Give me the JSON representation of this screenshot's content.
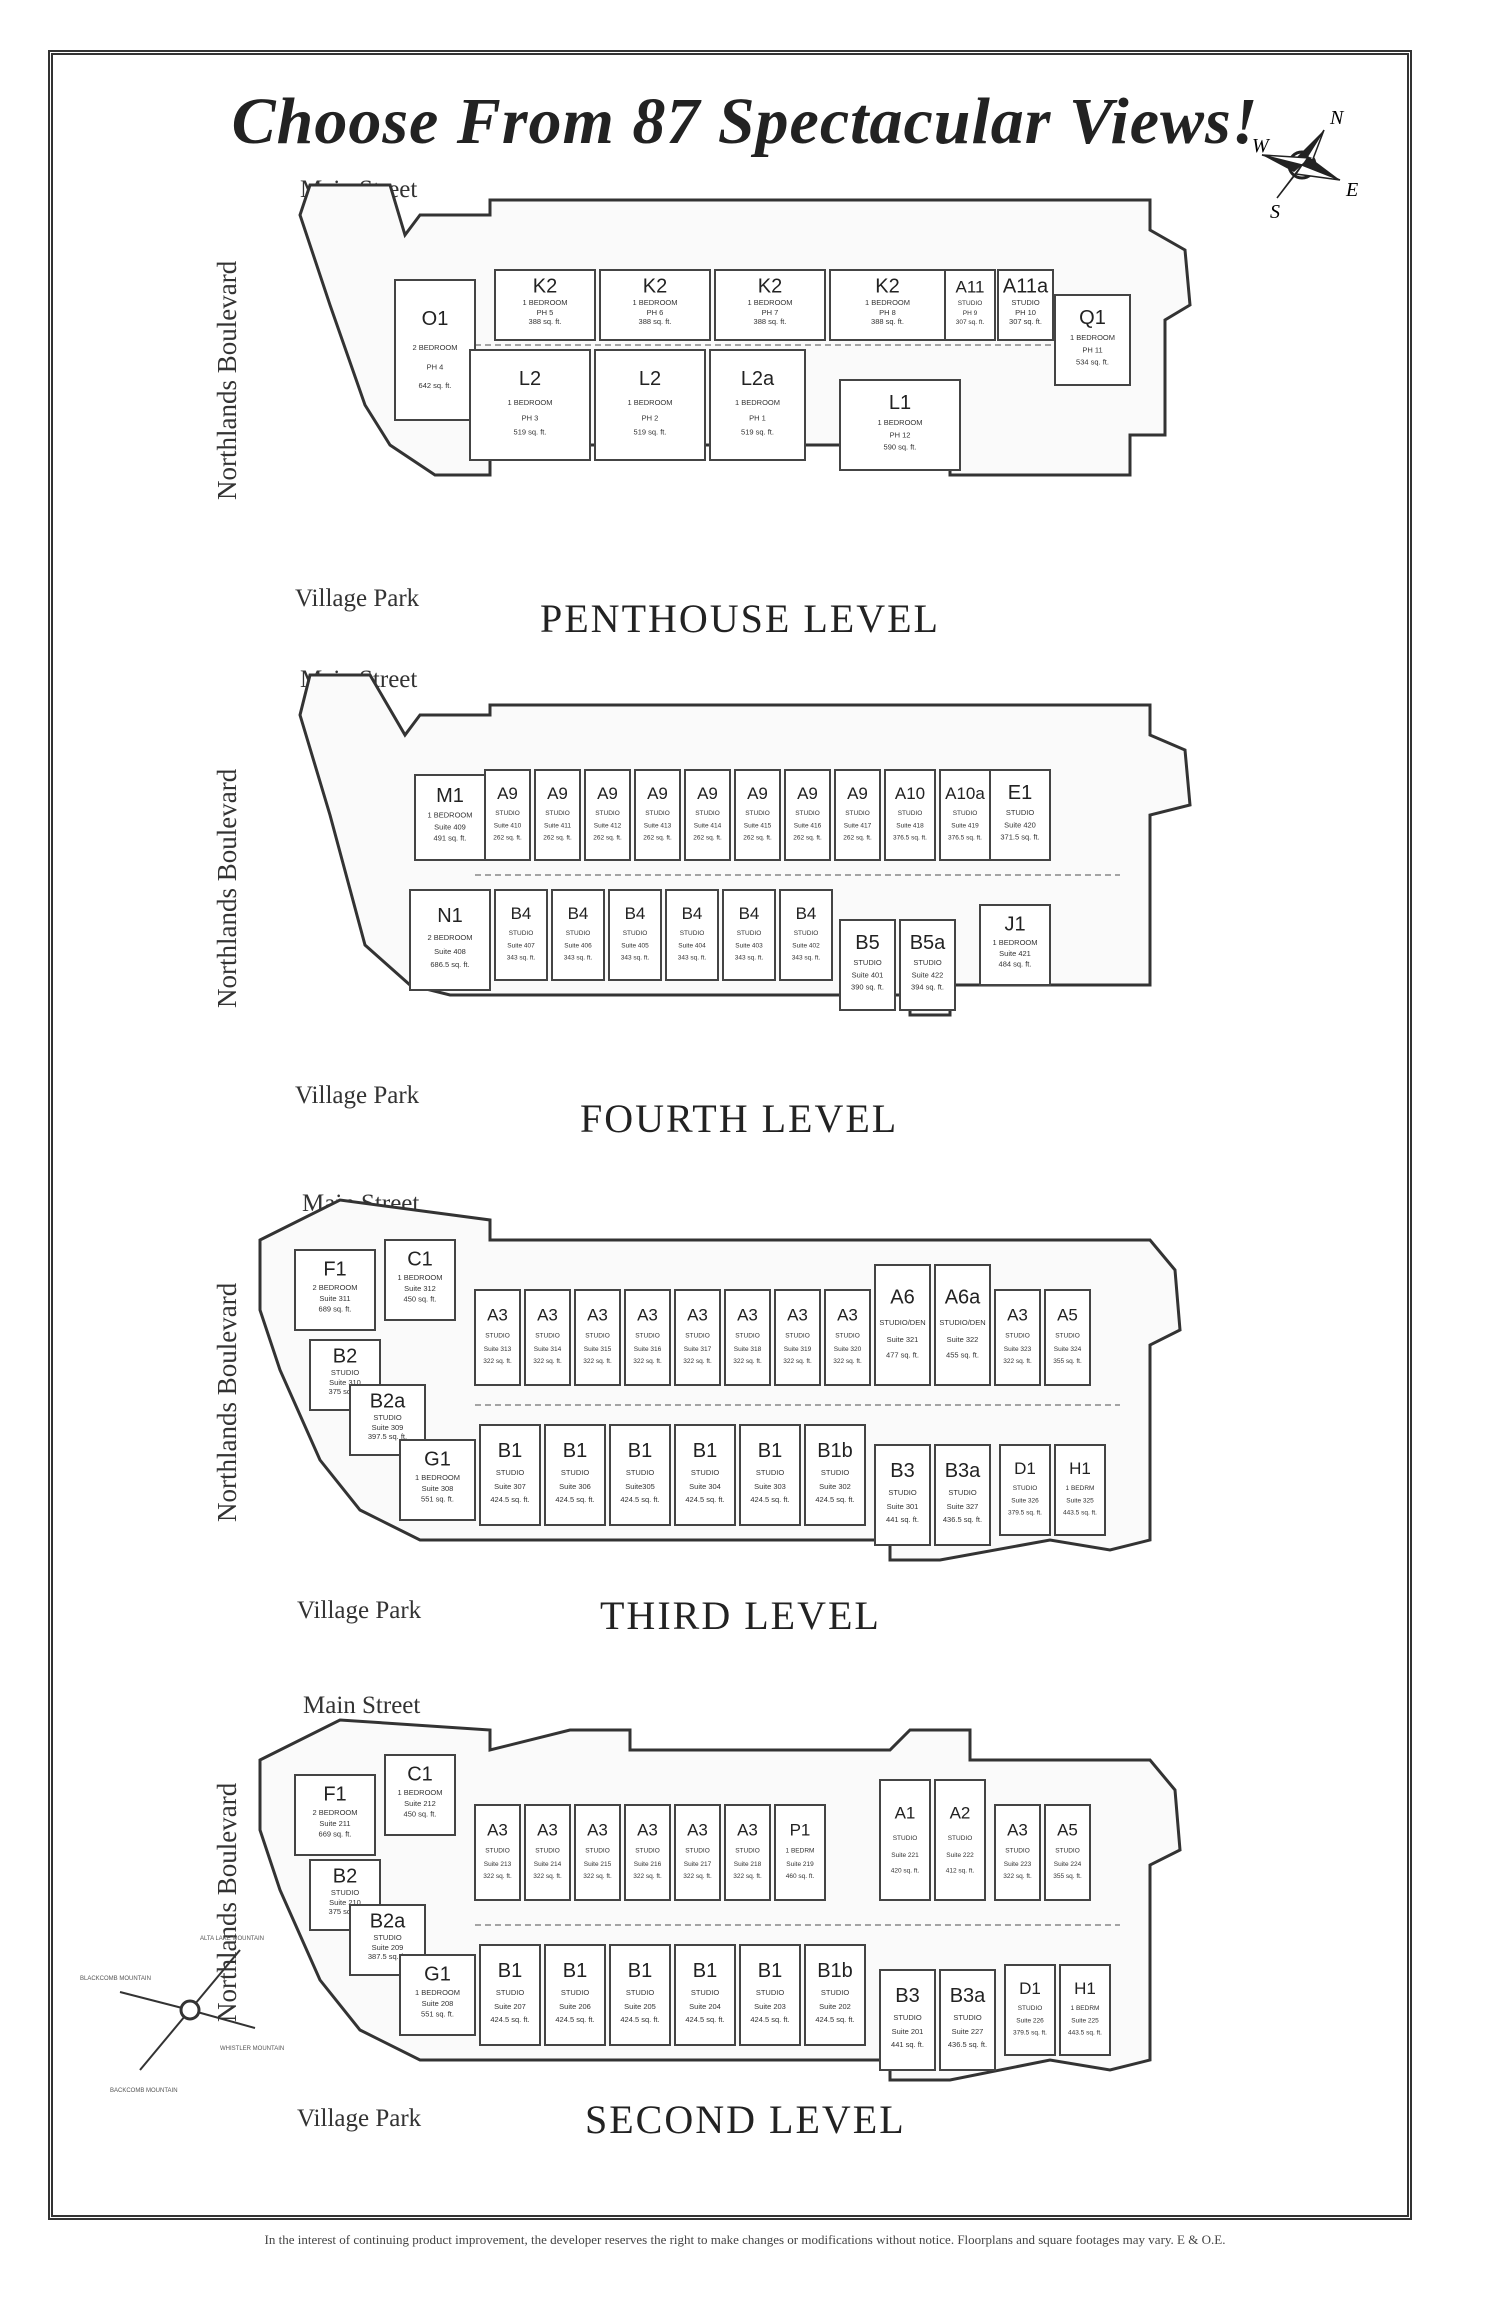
{
  "title": "Choose From 87 Spectacular Views!",
  "compass": {
    "N": "N",
    "S": "S",
    "E": "E",
    "W": "W"
  },
  "street_top": "Main Street",
  "street_bottom": "Village Park",
  "street_side": "Northlands Boulevard",
  "footer": "In the interest of continuing product improvement, the developer reserves the right to make changes or modifications without notice. Floorplans and square footages may vary. E & O.E.",
  "mini_compass_labels": [
    "BLACKCOMB MOUNTAIN",
    "ALTA LAKE MOUNTAIN",
    "WHISTLER MOUNTAIN",
    "BACKCOMB MOUNTAIN"
  ],
  "levels": [
    {
      "title": "PENTHOUSE LEVEL",
      "units": [
        {
          "code": "O1",
          "type": "2 BEDROOM",
          "suite": "PH 4",
          "size": "642 sq. ft."
        },
        {
          "code": "K2",
          "type": "1 BEDROOM",
          "suite": "PH 5",
          "size": "388 sq. ft."
        },
        {
          "code": "K2",
          "type": "1 BEDROOM",
          "suite": "PH 6",
          "size": "388 sq. ft."
        },
        {
          "code": "K2",
          "type": "1 BEDROOM",
          "suite": "PH 7",
          "size": "388 sq. ft."
        },
        {
          "code": "K2",
          "type": "1 BEDROOM",
          "suite": "PH 8",
          "size": "388 sq. ft."
        },
        {
          "code": "A11",
          "type": "STUDIO",
          "suite": "PH 9",
          "size": "307 sq. ft."
        },
        {
          "code": "A11a",
          "type": "STUDIO",
          "suite": "PH 10",
          "size": "307 sq. ft."
        },
        {
          "code": "Q1",
          "type": "1 BEDROOM",
          "suite": "PH 11",
          "size": "534 sq. ft."
        },
        {
          "code": "L2",
          "type": "1 BEDROOM",
          "suite": "PH 3",
          "size": "519 sq. ft."
        },
        {
          "code": "L2",
          "type": "1 BEDROOM",
          "suite": "PH 2",
          "size": "519 sq. ft."
        },
        {
          "code": "L2a",
          "type": "1 BEDROOM",
          "suite": "PH 1",
          "size": "519 sq. ft."
        },
        {
          "code": "L1",
          "type": "1 BEDROOM",
          "suite": "PH 12",
          "size": "590 sq. ft."
        }
      ]
    },
    {
      "title": "FOURTH LEVEL",
      "units": [
        {
          "code": "M1",
          "type": "1 BEDROOM",
          "suite": "Suite 409",
          "size": "491 sq. ft."
        },
        {
          "code": "A9",
          "type": "STUDIO",
          "suite": "Suite 410",
          "size": "262 sq. ft."
        },
        {
          "code": "A9",
          "type": "STUDIO",
          "suite": "Suite 411",
          "size": "262 sq. ft."
        },
        {
          "code": "A9",
          "type": "STUDIO",
          "suite": "Suite 412",
          "size": "262 sq. ft."
        },
        {
          "code": "A9",
          "type": "STUDIO",
          "suite": "Suite 413",
          "size": "262 sq. ft."
        },
        {
          "code": "A9",
          "type": "STUDIO",
          "suite": "Suite 414",
          "size": "262 sq. ft."
        },
        {
          "code": "A9",
          "type": "STUDIO",
          "suite": "Suite 415",
          "size": "262 sq. ft."
        },
        {
          "code": "A9",
          "type": "STUDIO",
          "suite": "Suite 416",
          "size": "262 sq. ft."
        },
        {
          "code": "A9",
          "type": "STUDIO",
          "suite": "Suite 417",
          "size": "262 sq. ft."
        },
        {
          "code": "A10",
          "type": "STUDIO",
          "suite": "Suite 418",
          "size": "376.5 sq. ft."
        },
        {
          "code": "A10a",
          "type": "STUDIO",
          "suite": "Suite 419",
          "size": "376.5 sq. ft."
        },
        {
          "code": "E1",
          "type": "STUDIO",
          "suite": "Suite 420",
          "size": "371.5 sq. ft."
        },
        {
          "code": "N1",
          "type": "2 BEDROOM",
          "suite": "Suite 408",
          "size": "686.5 sq. ft."
        },
        {
          "code": "B4",
          "type": "STUDIO",
          "suite": "Suite 407",
          "size": "343 sq. ft."
        },
        {
          "code": "B4",
          "type": "STUDIO",
          "suite": "Suite 406",
          "size": "343 sq. ft."
        },
        {
          "code": "B4",
          "type": "STUDIO",
          "suite": "Suite 405",
          "size": "343 sq. ft."
        },
        {
          "code": "B4",
          "type": "STUDIO",
          "suite": "Suite 404",
          "size": "343 sq. ft."
        },
        {
          "code": "B4",
          "type": "STUDIO",
          "suite": "Suite 403",
          "size": "343 sq. ft."
        },
        {
          "code": "B4",
          "type": "STUDIO",
          "suite": "Suite 402",
          "size": "343 sq. ft."
        },
        {
          "code": "B5",
          "type": "STUDIO",
          "suite": "Suite 401",
          "size": "390 sq. ft."
        },
        {
          "code": "B5a",
          "type": "STUDIO",
          "suite": "Suite 422",
          "size": "394 sq. ft."
        },
        {
          "code": "J1",
          "type": "1 BEDROOM",
          "suite": "Suite 421",
          "size": "484 sq. ft."
        }
      ]
    },
    {
      "title": "THIRD LEVEL",
      "units": [
        {
          "code": "F1",
          "type": "2 BEDROOM",
          "suite": "Suite 311",
          "size": "689 sq. ft."
        },
        {
          "code": "C1",
          "type": "1 BEDROOM",
          "suite": "Suite 312",
          "size": "450 sq. ft."
        },
        {
          "code": "B2",
          "type": "STUDIO",
          "suite": "Suite 310",
          "size": "375 sq. ft."
        },
        {
          "code": "B2a",
          "type": "STUDIO",
          "suite": "Suite 309",
          "size": "397.5 sq. ft."
        },
        {
          "code": "G1",
          "type": "1 BEDROOM",
          "suite": "Suite 308",
          "size": "551 sq. ft."
        },
        {
          "code": "A3",
          "type": "STUDIO",
          "suite": "Suite 313",
          "size": "322 sq. ft."
        },
        {
          "code": "A3",
          "type": "STUDIO",
          "suite": "Suite 314",
          "size": "322 sq. ft."
        },
        {
          "code": "A3",
          "type": "STUDIO",
          "suite": "Suite 315",
          "size": "322 sq. ft."
        },
        {
          "code": "A3",
          "type": "STUDIO",
          "suite": "Suite 316",
          "size": "322 sq. ft."
        },
        {
          "code": "A3",
          "type": "STUDIO",
          "suite": "Suite 317",
          "size": "322 sq. ft."
        },
        {
          "code": "A3",
          "type": "STUDIO",
          "suite": "Suite 318",
          "size": "322 sq. ft."
        },
        {
          "code": "A3",
          "type": "STUDIO",
          "suite": "Suite 319",
          "size": "322 sq. ft."
        },
        {
          "code": "A3",
          "type": "STUDIO",
          "suite": "Suite 320",
          "size": "322 sq. ft."
        },
        {
          "code": "A6",
          "type": "STUDIO/DEN",
          "suite": "Suite 321",
          "size": "477 sq. ft."
        },
        {
          "code": "A6a",
          "type": "STUDIO/DEN",
          "suite": "Suite 322",
          "size": "455 sq. ft."
        },
        {
          "code": "A3",
          "type": "STUDIO",
          "suite": "Suite 323",
          "size": "322 sq. ft."
        },
        {
          "code": "A5",
          "type": "STUDIO",
          "suite": "Suite 324",
          "size": "355 sq. ft."
        },
        {
          "code": "B1",
          "type": "STUDIO",
          "suite": "Suite 307",
          "size": "424.5 sq. ft."
        },
        {
          "code": "B1",
          "type": "STUDIO",
          "suite": "Suite 306",
          "size": "424.5 sq. ft."
        },
        {
          "code": "B1",
          "type": "STUDIO",
          "suite": "Suite305",
          "size": "424.5 sq. ft."
        },
        {
          "code": "B1",
          "type": "STUDIO",
          "suite": "Suite 304",
          "size": "424.5 sq. ft."
        },
        {
          "code": "B1",
          "type": "STUDIO",
          "suite": "Suite 303",
          "size": "424.5 sq. ft."
        },
        {
          "code": "B1b",
          "type": "STUDIO",
          "suite": "Suite 302",
          "size": "424.5 sq. ft."
        },
        {
          "code": "B3",
          "type": "STUDIO",
          "suite": "Suite 301",
          "size": "441 sq. ft."
        },
        {
          "code": "B3a",
          "type": "STUDIO",
          "suite": "Suite 327",
          "size": "436.5 sq. ft."
        },
        {
          "code": "D1",
          "type": "STUDIO",
          "suite": "Suite 326",
          "size": "379.5 sq. ft."
        },
        {
          "code": "H1",
          "type": "1 BEDRM",
          "suite": "Suite 325",
          "size": "443.5 sq. ft."
        }
      ]
    },
    {
      "title": "SECOND LEVEL",
      "units": [
        {
          "code": "F1",
          "type": "2 BEDROOM",
          "suite": "Suite 211",
          "size": "669 sq. ft."
        },
        {
          "code": "C1",
          "type": "1 BEDROOM",
          "suite": "Suite 212",
          "size": "450 sq. ft."
        },
        {
          "code": "B2",
          "type": "STUDIO",
          "suite": "Suite 210",
          "size": "375 sq. ft."
        },
        {
          "code": "B2a",
          "type": "STUDIO",
          "suite": "Suite 209",
          "size": "387.5 sq. ft."
        },
        {
          "code": "G1",
          "type": "1 BEDROOM",
          "suite": "Suite 208",
          "size": "551 sq. ft."
        },
        {
          "code": "A3",
          "type": "STUDIO",
          "suite": "Suite 213",
          "size": "322 sq. ft."
        },
        {
          "code": "A3",
          "type": "STUDIO",
          "suite": "Suite 214",
          "size": "322 sq. ft."
        },
        {
          "code": "A3",
          "type": "STUDIO",
          "suite": "Suite 215",
          "size": "322 sq. ft."
        },
        {
          "code": "A3",
          "type": "STUDIO",
          "suite": "Suite 216",
          "size": "322 sq. ft."
        },
        {
          "code": "A3",
          "type": "STUDIO",
          "suite": "Suite 217",
          "size": "322 sq. ft."
        },
        {
          "code": "A3",
          "type": "STUDIO",
          "suite": "Suite 218",
          "size": "322 sq. ft."
        },
        {
          "code": "P1",
          "type": "1 BEDRM",
          "suite": "Suite 219",
          "size": "460 sq. ft."
        },
        {
          "code": "A1",
          "type": "STUDIO",
          "suite": "Suite 221",
          "size": "420 sq. ft."
        },
        {
          "code": "A2",
          "type": "STUDIO",
          "suite": "Suite 222",
          "size": "412 sq. ft."
        },
        {
          "code": "A3",
          "type": "STUDIO",
          "suite": "Suite 223",
          "size": "322 sq. ft."
        },
        {
          "code": "A5",
          "type": "STUDIO",
          "suite": "Suite 224",
          "size": "355 sq. ft."
        },
        {
          "code": "B1",
          "type": "STUDIO",
          "suite": "Suite 207",
          "size": "424.5 sq. ft."
        },
        {
          "code": "B1",
          "type": "STUDIO",
          "suite": "Suite 206",
          "size": "424.5 sq. ft."
        },
        {
          "code": "B1",
          "type": "STUDIO",
          "suite": "Suite 205",
          "size": "424.5 sq. ft."
        },
        {
          "code": "B1",
          "type": "STUDIO",
          "suite": "Suite 204",
          "size": "424.5 sq. ft."
        },
        {
          "code": "B1",
          "type": "STUDIO",
          "suite": "Suite 203",
          "size": "424.5 sq. ft."
        },
        {
          "code": "B1b",
          "type": "STUDIO",
          "suite": "Suite 202",
          "size": "424.5 sq. ft."
        },
        {
          "code": "B3",
          "type": "STUDIO",
          "suite": "Suite 201",
          "size": "441 sq. ft."
        },
        {
          "code": "B3a",
          "type": "STUDIO",
          "suite": "Suite 227",
          "size": "436.5 sq. ft."
        },
        {
          "code": "D1",
          "type": "STUDIO",
          "suite": "Suite 226",
          "size": "379.5 sq. ft."
        },
        {
          "code": "H1",
          "type": "1 BEDRM",
          "suite": "Suite 225",
          "size": "443.5 sq. ft."
        }
      ]
    }
  ]
}
